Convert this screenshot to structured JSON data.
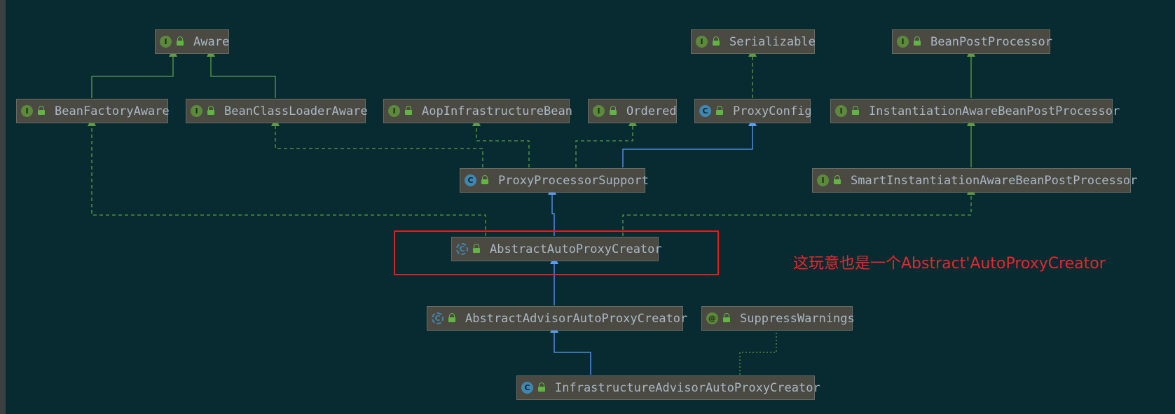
{
  "nodes": {
    "aware": {
      "label": "Aware",
      "kind": "I"
    },
    "serializable": {
      "label": "Serializable",
      "kind": "I"
    },
    "bean_post_processor": {
      "label": "BeanPostProcessor",
      "kind": "I"
    },
    "bean_factory_aware": {
      "label": "BeanFactoryAware",
      "kind": "I"
    },
    "bean_class_loader_aware": {
      "label": "BeanClassLoaderAware",
      "kind": "I"
    },
    "aop_infrastructure_bean": {
      "label": "AopInfrastructureBean",
      "kind": "I"
    },
    "ordered": {
      "label": "Ordered",
      "kind": "I"
    },
    "proxy_config": {
      "label": "ProxyConfig",
      "kind": "C"
    },
    "instantiation_aware_bpp": {
      "label": "InstantiationAwareBeanPostProcessor",
      "kind": "I"
    },
    "proxy_processor_support": {
      "label": "ProxyProcessorSupport",
      "kind": "C"
    },
    "smart_instantiation_aware_bpp": {
      "label": "SmartInstantiationAwareBeanPostProcessor",
      "kind": "I"
    },
    "abstract_auto_proxy_creator": {
      "label": "AbstractAutoProxyCreator",
      "kind": "C"
    },
    "abstract_advisor_auto_proxy_creator": {
      "label": "AbstractAdvisorAutoProxyCreator",
      "kind": "C"
    },
    "suppress_warnings": {
      "label": "SuppressWarnings",
      "kind": "@"
    },
    "infrastructure_advisor_auto_proxy_creator": {
      "label": "InfrastructureAdvisorAutoProxyCreator",
      "kind": "C"
    }
  },
  "annotation_text": "这玩意也是一个Abstract'AutoProxyCreator",
  "colors": {
    "background": "#082a31",
    "node_fill": "#4b4a42",
    "node_text": "#a9b7c6",
    "extends_arrow": "#589df6",
    "implements_arrow": "#5f9c45",
    "highlight": "#e01e1e"
  }
}
